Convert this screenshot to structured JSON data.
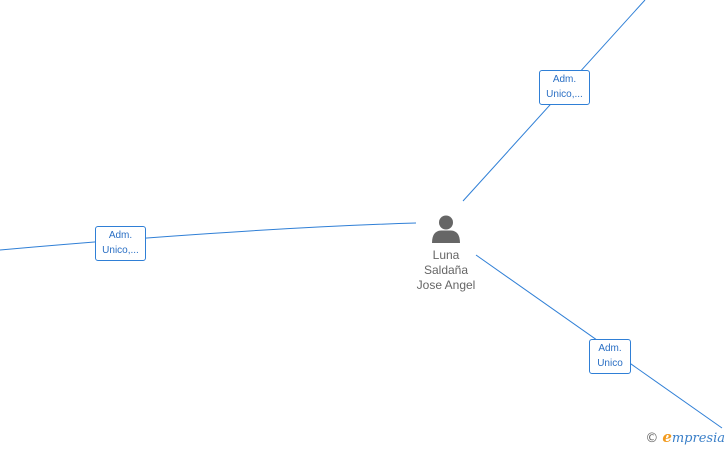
{
  "center": {
    "name_lines": [
      "Luna",
      "Saldaña",
      "Jose Angel"
    ],
    "icon": "person-icon"
  },
  "edges": [
    {
      "label_lines": [
        "Adm.",
        "Unico,..."
      ]
    },
    {
      "label_lines": [
        "Adm.",
        "Unico,..."
      ]
    },
    {
      "label_lines": [
        "Adm.",
        "Unico"
      ]
    }
  ],
  "brand": {
    "copyright": "©",
    "initial": "e",
    "rest": "mpresia"
  },
  "colors": {
    "edge": "#2f7fd6",
    "label_text": "#2a6fc4",
    "person": "#666666",
    "brand_accent": "#f29a1d"
  }
}
